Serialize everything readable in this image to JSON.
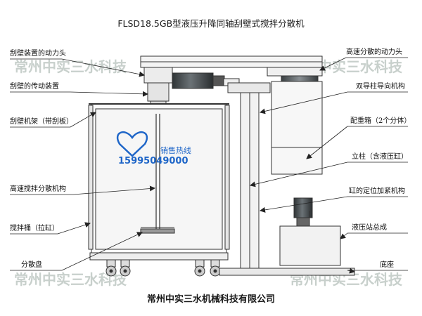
{
  "title": "FLSD18.5GB型液压升降同轴刮壁式搅拌分散机",
  "footer": "常州中实三水机械科技有限公司",
  "watermark": "常州中实三水科技",
  "ad_badge": {
    "label": "销售热线",
    "phone": "15995049000"
  },
  "labels_left": [
    "刮壁装置的动力头",
    "刮壁的传动装置",
    "刮壁机架（带刮板）",
    "高速搅拌分散机构",
    "搅拌桶（拉缸）",
    "分散盘"
  ],
  "labels_right": [
    "高速分散的动力头",
    "双导柱导向机构",
    "配重箱（2个分体）",
    "立柱（含液压缸）",
    "缸的定位加紧机构",
    "液压站总成",
    "底座"
  ],
  "colors": {
    "line": "#333333",
    "blue": "#1f66c8",
    "watermark": "#c8d0cc"
  }
}
